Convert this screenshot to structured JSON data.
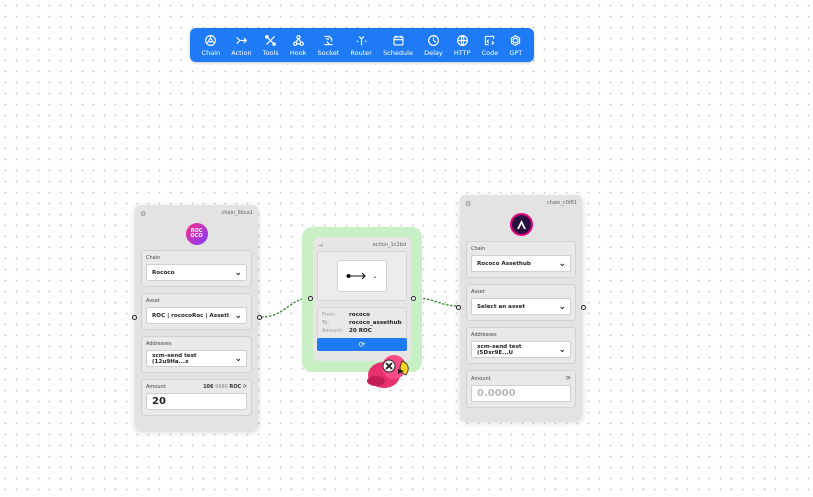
{
  "toolbar": {
    "items": [
      {
        "label": "Chain",
        "icon": "chain-icon"
      },
      {
        "label": "Action",
        "icon": "action-icon"
      },
      {
        "label": "Tools",
        "icon": "tools-icon"
      },
      {
        "label": "Hook",
        "icon": "hook-icon"
      },
      {
        "label": "Socket",
        "icon": "socket-icon"
      },
      {
        "label": "Router",
        "icon": "router-icon"
      },
      {
        "label": "Schedule",
        "icon": "schedule-icon"
      },
      {
        "label": "Delay",
        "icon": "delay-icon"
      },
      {
        "label": "HTTP",
        "icon": "http-icon"
      },
      {
        "label": "Code",
        "icon": "code-icon"
      },
      {
        "label": "GPT",
        "icon": "gpt-icon"
      }
    ]
  },
  "source_node": {
    "id": "chain_8bca1",
    "logo_text": "ROC OCO",
    "chain_label": "Chain",
    "chain_value": "Rococo",
    "asset_label": "Asset",
    "asset_value": "ROC | rococoRoc | AssetI",
    "addresses_label": "Addresses",
    "addresses_value": "xcm-send test (12u9Ha...x",
    "amount_label": "Amount",
    "balance_int": "106",
    "balance_dec": ".9989",
    "balance_unit": "ROC",
    "amount_value": "20"
  },
  "action_node": {
    "id": "action_1c2bd",
    "from_label": "From:",
    "from_value": "rococo",
    "to_label": "To:",
    "to_value": "rococo_assethub",
    "amount_label": "Amount:",
    "amount_value": "20 ROC"
  },
  "target_node": {
    "id": "chain_c0f81",
    "chain_label": "Chain",
    "chain_value": "Rococo Assethub",
    "asset_label": "Asset",
    "asset_value": "Select an asset",
    "addresses_label": "Addresses",
    "addresses_value": "xcm-send test (5Dxr9E...U",
    "amount_label": "Amount",
    "amount_placeholder": "0.0000"
  },
  "colors": {
    "accent": "#1e7bf5",
    "edge": "#2e8b2e",
    "action_highlight": "#c9efc4",
    "node_bg": "#e3e3e3"
  }
}
